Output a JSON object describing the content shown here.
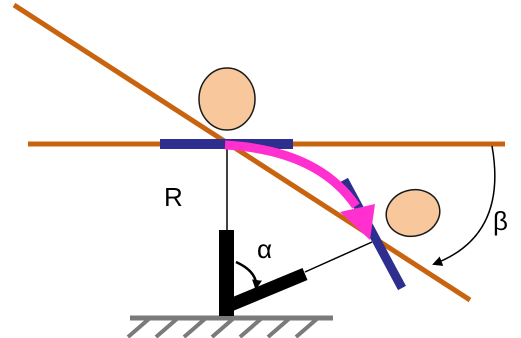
{
  "labels": {
    "radius": "R",
    "alpha": "α",
    "beta": "β"
  },
  "colors": {
    "rod": "#c8640f",
    "plate": "#2e2e8e",
    "arc": "#ff2fd0",
    "ball": "#f8c79b",
    "ball_stroke": "#1a1a1a",
    "ground": "#7a7a7a",
    "support": "#000000",
    "line": "#000000"
  }
}
